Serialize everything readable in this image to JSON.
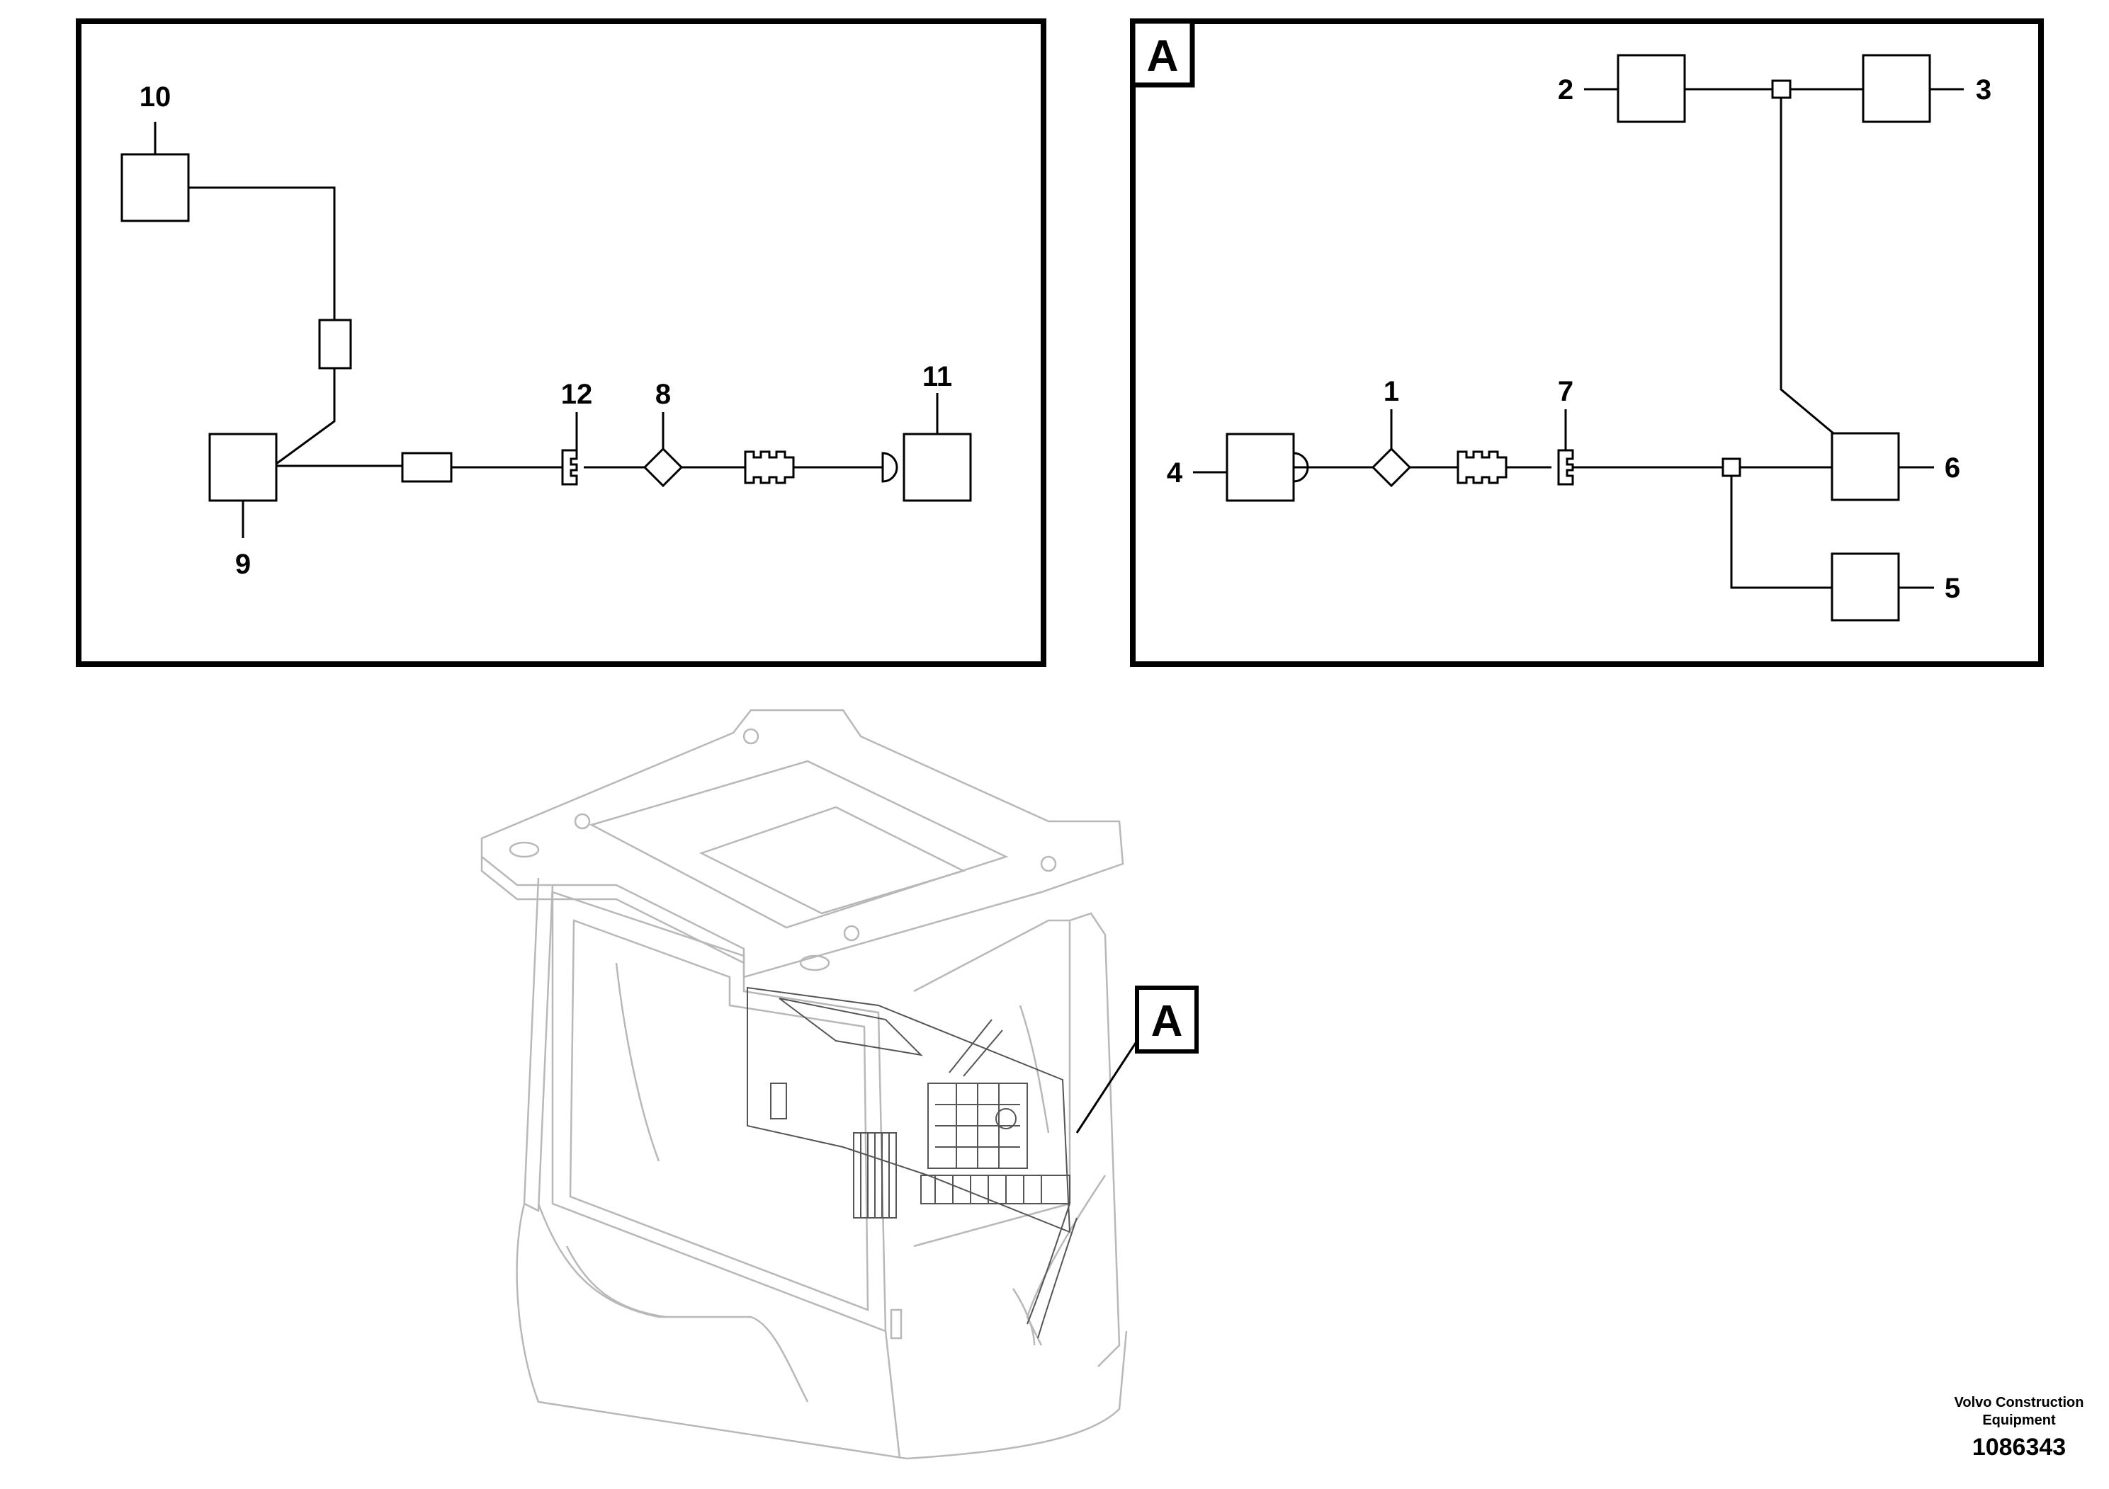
{
  "left_panel": {
    "callouts": [
      "10",
      "11",
      "12",
      "8",
      "9"
    ]
  },
  "right_panel": {
    "view_label": "A",
    "callouts": [
      "2",
      "3",
      "1",
      "7",
      "4",
      "6",
      "5"
    ]
  },
  "cab_view": {
    "view_label": "A"
  },
  "footer": {
    "brand_line1": "Volvo Construction",
    "brand_line2": "Equipment",
    "drawing_number": "1086343"
  }
}
